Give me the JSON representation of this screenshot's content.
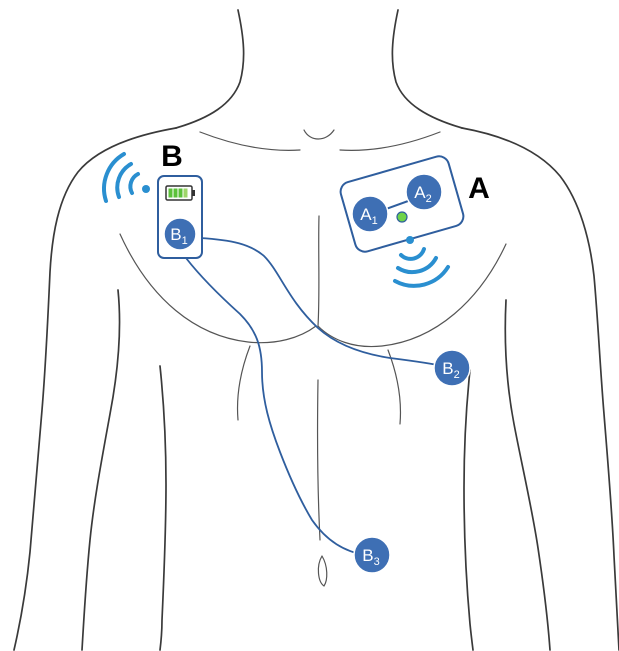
{
  "labels": {
    "device_b": "B",
    "device_a": "A"
  },
  "electrodes": {
    "a1": {
      "letter": "A",
      "index": "1"
    },
    "a2": {
      "letter": "A",
      "index": "2"
    },
    "b1": {
      "letter": "B",
      "index": "1"
    },
    "b2": {
      "letter": "B",
      "index": "2"
    },
    "b3": {
      "letter": "B",
      "index": "3"
    }
  },
  "colors": {
    "electrode": "#3e6fb4",
    "wire": "#2f5e9e",
    "wireless": "#2a8fd0",
    "battery": "#5cc13a",
    "status_led": "#6ed34a"
  },
  "icons": {
    "wireless_b": "wifi-signal-icon",
    "wireless_a": "wifi-signal-icon",
    "battery": "battery-icon"
  }
}
